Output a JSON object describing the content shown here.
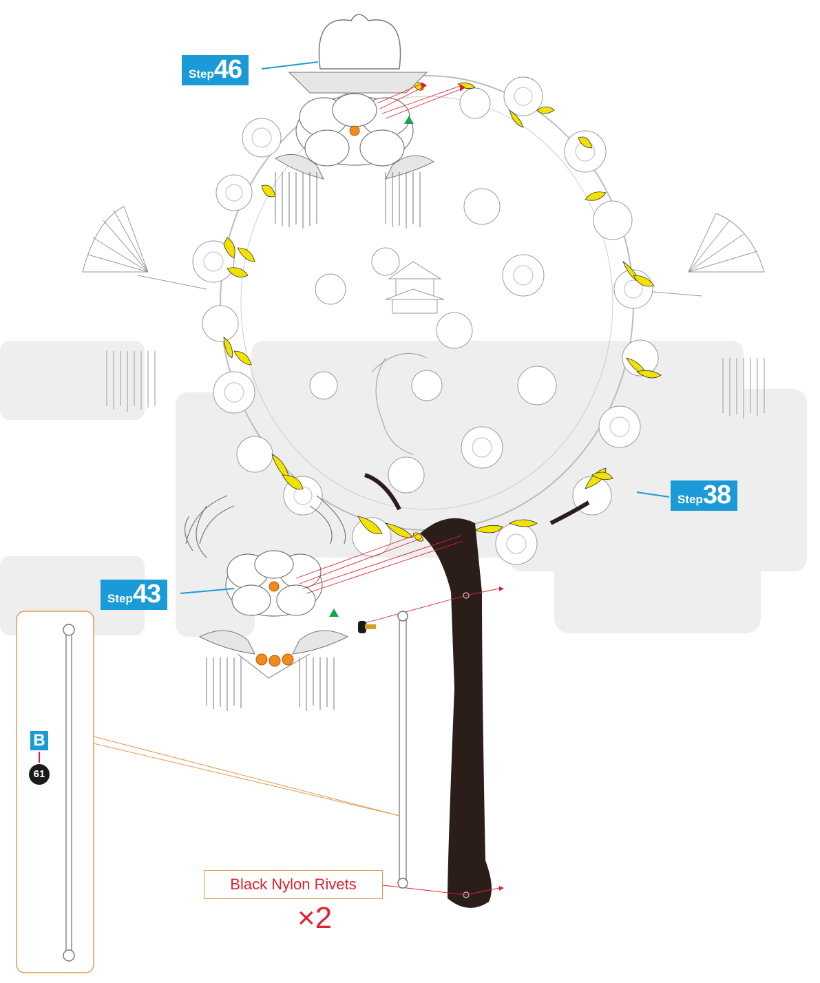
{
  "steps": [
    {
      "word": "Step",
      "num": "46"
    },
    {
      "word": "Step",
      "num": "38"
    },
    {
      "word": "Step",
      "num": "43"
    }
  ],
  "part": {
    "letter": "B",
    "number": "61"
  },
  "rivets": {
    "label": "Black Nylon Rivets",
    "quantity": "×2"
  },
  "colors": {
    "accent": "#1a9ad6",
    "yellow": "#f2e200",
    "orange": "#f08a1c",
    "red": "#e0202e",
    "handle": "#2a1d1a",
    "frame": "#e39a4a",
    "gray_bg": "#f0f0f0"
  }
}
